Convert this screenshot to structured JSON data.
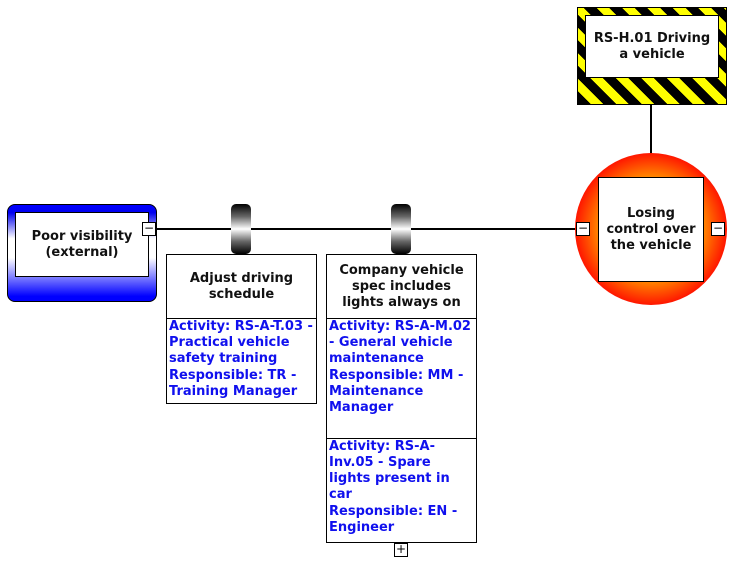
{
  "hazard": {
    "label": "RS-H.01 Driving a vehicle"
  },
  "top_event": {
    "label": "Losing control over the vehicle"
  },
  "threat": {
    "label": "Poor visibility (external)"
  },
  "barriers": [
    {
      "label": "Adjust driving schedule",
      "activities": [
        {
          "activity": "Activity: RS-A-T.03 - Practical vehicle safety training",
          "responsible": "Responsible: TR - Training Manager"
        }
      ]
    },
    {
      "label": "Company vehicle spec includes lights always on",
      "activities": [
        {
          "activity": "Activity: RS-A-M.02 - General vehicle maintenance",
          "responsible": "Responsible: MM - Maintenance Manager"
        },
        {
          "activity": "Activity: RS-A-Inv.05 - Spare lights present in car",
          "responsible": "Responsible: EN - Engineer"
        }
      ]
    }
  ],
  "toggles": {
    "collapse": "−",
    "expand": "+"
  },
  "colors": {
    "threat": "#0000ff",
    "activity_text": "#1010ee",
    "hazard_stripe": "#ffff00",
    "top_event_outer": "#ff0000",
    "top_event_inner": "#ffa500"
  }
}
